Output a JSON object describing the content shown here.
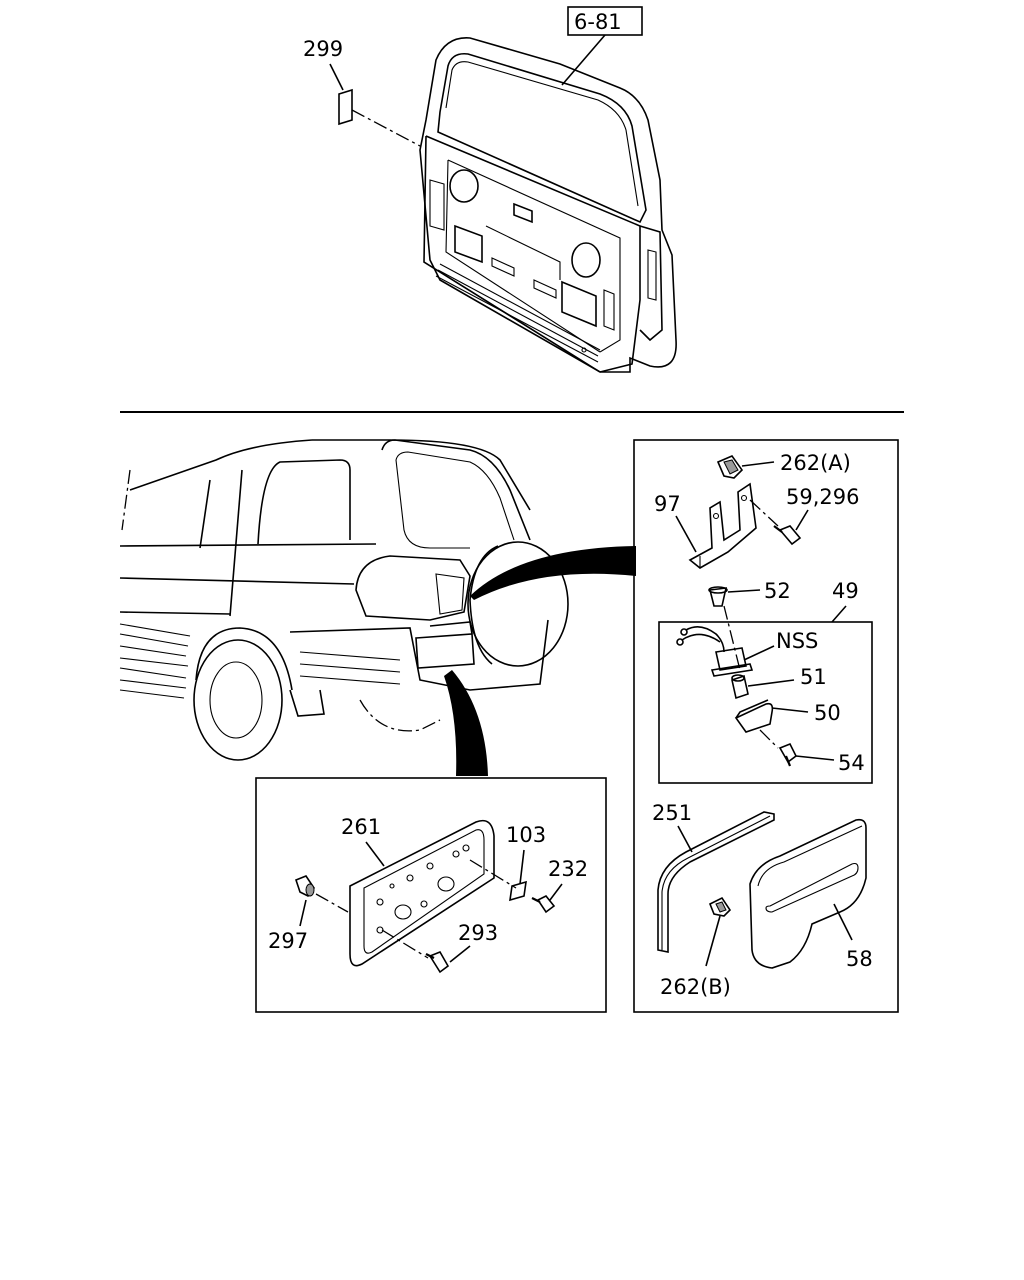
{
  "diagram": {
    "top_ref": "6-81",
    "top_part": "299",
    "bottom_left_parts": [
      "261",
      "103",
      "232",
      "297",
      "293"
    ],
    "right_box_parts": [
      "262(A)",
      "97",
      "59,296",
      "52",
      "49",
      "NSS",
      "51",
      "50",
      "54",
      "251",
      "262(B)",
      "58"
    ]
  },
  "labels": {
    "ref_6_81": "6-81",
    "p299": "299",
    "p261": "261",
    "p103": "103",
    "p232": "232",
    "p297": "297",
    "p293": "293",
    "p262a": "262(A)",
    "p97": "97",
    "p59_296": "59,296",
    "p52": "52",
    "p49": "49",
    "nss": "NSS",
    "p51": "51",
    "p50": "50",
    "p54": "54",
    "p251": "251",
    "p262b": "262(B)",
    "p58": "58"
  }
}
